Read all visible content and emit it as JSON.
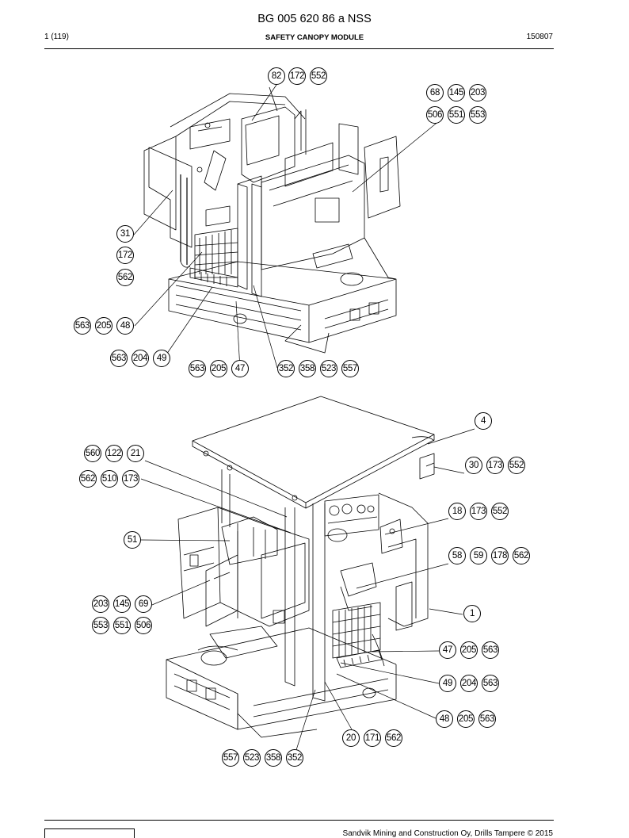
{
  "header": {
    "title": "BG 005 620 86 a NSS",
    "page": "1 (119)",
    "section": "SAFETY CANOPY MODULE",
    "date": "150807"
  },
  "footer": {
    "copyright": "Sandvik Mining and Construction Oy, Drills Tampere © 2015"
  },
  "callouts_top": [
    "82",
    "172",
    "552",
    "68",
    "145",
    "203",
    "506",
    "551",
    "553",
    "31",
    "172",
    "562",
    "563",
    "205",
    "48",
    "563",
    "204",
    "49",
    "563",
    "205",
    "47",
    "352",
    "358",
    "523",
    "557"
  ],
  "callouts_bottom": [
    "4",
    "560",
    "122",
    "21",
    "30",
    "173",
    "552",
    "562",
    "510",
    "173",
    "18",
    "173",
    "552",
    "51",
    "58",
    "59",
    "178",
    "562",
    "1",
    "203",
    "145",
    "69",
    "553",
    "551",
    "506",
    "47",
    "205",
    "563",
    "49",
    "204",
    "563",
    "48",
    "205",
    "563",
    "20",
    "171",
    "562",
    "557",
    "523",
    "358",
    "352"
  ]
}
